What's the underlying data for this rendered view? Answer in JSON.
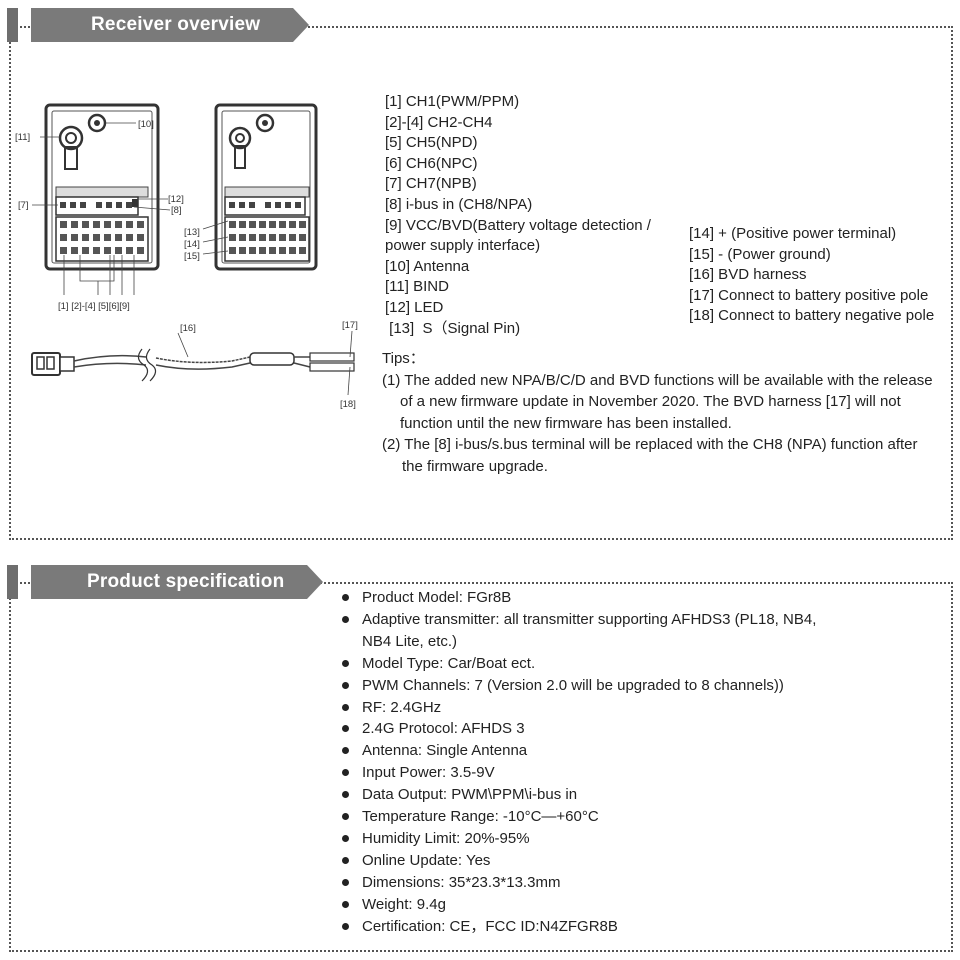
{
  "sections": {
    "overview_title": "Receiver overview",
    "spec_title": "Product specification"
  },
  "diagram_labels": {
    "l10": "[10]",
    "l11": "[11]",
    "l7": "[7]",
    "l12": "[12]",
    "l8": "[8]",
    "l13": "[13]",
    "l14": "[14]",
    "l15": "[15]",
    "bottom": "[1]  [2]-[4]  [5][6][9]",
    "l16": "[16]",
    "l17": "[17]",
    "l18": "[18]"
  },
  "legend_left": [
    "[1] CH1(PWM/PPM)",
    "[2]-[4] CH2-CH4",
    "[5] CH5(NPD)",
    "[6] CH6(NPC)",
    "[7] CH7(NPB)",
    "[8] i-bus in (CH8/NPA)",
    "[9] VCC/BVD(Battery voltage detection /",
    "power supply interface)",
    "[10]  Antenna",
    "[11] BIND",
    "[12]  LED",
    " [13]  S（Signal Pin)"
  ],
  "legend_right": [
    "[14] +  (Positive power terminal)",
    "[15] -  (Power ground)",
    "[16] BVD harness",
    "[17] Connect to battery positive pole",
    "[18] Connect to battery negative pole"
  ],
  "tips": {
    "heading": "Tips：",
    "t1_l1": "(1) The added new NPA/B/C/D and BVD functions will be available with the release",
    "t1_l2": "of a new firmware update in November 2020. The BVD harness [17] will not",
    "t1_l3": "function until the new firmware has been installed.",
    "t2_l1": "(2) The [8] i-bus/s.bus terminal will be replaced with the CH8 (NPA) function after",
    "t2_l2": "the  firmware upgrade."
  },
  "specs": [
    "Product Model:  FGr8B",
    "Adaptive transmitter:  all transmitter supporting AFHDS3 (PL18, NB4,",
    "NB4 Lite, etc.)",
    "Model Type: Car/Boat ect.",
    "PWM Channels: 7   (Version 2.0 will be upgraded to 8 channels))",
    "RF: 2.4GHz",
    "2.4G Protocol:  AFHDS 3",
    "Antenna:  Single  Antenna",
    "Input Power:  3.5-9V",
    "Data Output:  PWM\\PPM\\i-bus in",
    "Temperature Range:  -10°C—+60°C",
    "Humidity Limit:  20%-95%",
    "Online Update:  Yes",
    "Dimensions:  35*23.3*13.3mm",
    "Weight: 9.4g",
    "Certification:  CE，FCC ID:N4ZFGR8B"
  ]
}
